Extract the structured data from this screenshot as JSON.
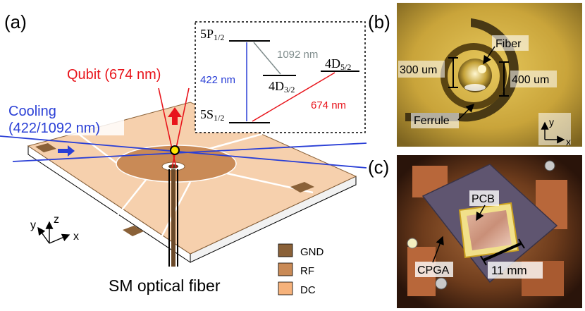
{
  "panel_a": {
    "label": "(a)",
    "beam_qubit": "Qubit (674 nm)",
    "beam_cooling_1": "Cooling",
    "beam_cooling_2": "(422/1092 nm)",
    "fiber_label": "SM optical fiber",
    "legend": [
      {
        "label": "GND",
        "color": "#8a6138"
      },
      {
        "label": "RF",
        "color": "#c98a56"
      },
      {
        "label": "DC",
        "color": "#f6b27b"
      }
    ],
    "axes": {
      "x": "x",
      "y": "y",
      "z": "z"
    },
    "levels": {
      "p12_main": "5P",
      "p12_sub": "1/2",
      "s12_main": "5S",
      "s12_sub": "1/2",
      "d32_main": "4D",
      "d32_sub": "3/2",
      "d52_main": "4D",
      "d52_sub": "5/2",
      "wl_422": "422 nm",
      "wl_1092": "1092 nm",
      "wl_674": "674 nm"
    },
    "colors": {
      "qubit": "#e8141b",
      "cooling": "#2a3fd6",
      "repump": "#7f8c8c",
      "chip_top": "#f6d0ad",
      "ground": "#f7dfc8"
    }
  },
  "panel_b": {
    "label": "(b)",
    "fiber": "Fiber",
    "ferrule": "Ferrule",
    "dim_inner": "300 um",
    "dim_outer": "400 um",
    "axis_y": "y",
    "axis_x": "x"
  },
  "panel_c": {
    "label": "(c)",
    "pcb": "PCB",
    "cpga": "CPGA",
    "scale": "11 mm"
  }
}
